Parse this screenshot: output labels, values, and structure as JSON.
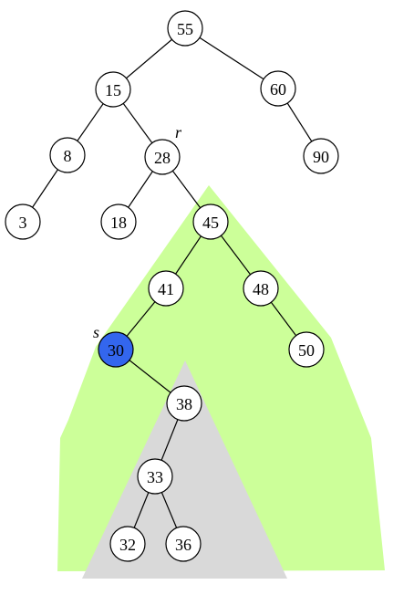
{
  "tree": {
    "nodes": [
      {
        "id": "n55",
        "label": "55"
      },
      {
        "id": "n15",
        "label": "15"
      },
      {
        "id": "n60",
        "label": "60"
      },
      {
        "id": "n8",
        "label": "8"
      },
      {
        "id": "n28",
        "label": "28"
      },
      {
        "id": "n90",
        "label": "90"
      },
      {
        "id": "n3",
        "label": "3"
      },
      {
        "id": "n18",
        "label": "18"
      },
      {
        "id": "n45",
        "label": "45"
      },
      {
        "id": "n41",
        "label": "41"
      },
      {
        "id": "n48",
        "label": "48"
      },
      {
        "id": "n30",
        "label": "30",
        "highlighted": true
      },
      {
        "id": "n50",
        "label": "50"
      },
      {
        "id": "n38",
        "label": "38"
      },
      {
        "id": "n33",
        "label": "33"
      },
      {
        "id": "n32",
        "label": "32"
      },
      {
        "id": "n36",
        "label": "36"
      }
    ],
    "edges": [
      [
        "n55",
        "n15"
      ],
      [
        "n55",
        "n60"
      ],
      [
        "n15",
        "n8"
      ],
      [
        "n15",
        "n28"
      ],
      [
        "n60",
        "n90"
      ],
      [
        "n8",
        "n3"
      ],
      [
        "n28",
        "n18"
      ],
      [
        "n28",
        "n45"
      ],
      [
        "n45",
        "n41"
      ],
      [
        "n45",
        "n48"
      ],
      [
        "n41",
        "n30"
      ],
      [
        "n48",
        "n50"
      ],
      [
        "n30",
        "n38"
      ],
      [
        "n38",
        "n33"
      ],
      [
        "n33",
        "n32"
      ],
      [
        "n33",
        "n36"
      ]
    ],
    "tags": [
      {
        "id": "tag-r",
        "node": "n28",
        "text": "r"
      },
      {
        "id": "tag-s",
        "node": "n30",
        "text": "s"
      }
    ]
  },
  "colors": {
    "outer_region": "#ccff99",
    "inner_region": "#d9d9d9",
    "node_fill": "#ffffff",
    "highlight_fill": "#3366ee",
    "stroke": "#000000"
  }
}
